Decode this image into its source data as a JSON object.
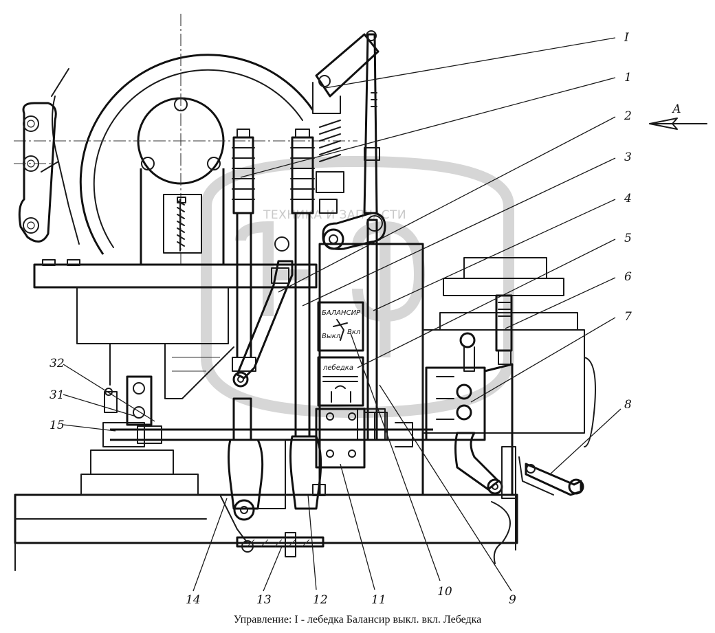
{
  "caption": "Управление: I - лебедка  Балансир выкл. вкл. Лебедка",
  "watermark": "ТЕХНИКА И ЗАПЧАСТИ",
  "view_label": "А",
  "plates": {
    "top_title": "БАЛАНСИР",
    "top_off": "Выкл",
    "top_on": "Вкл",
    "bottom_title": "лебедка"
  },
  "callouts": [
    {
      "id": "c-I",
      "label": "I"
    },
    {
      "id": "c-1",
      "label": "1"
    },
    {
      "id": "c-2",
      "label": "2"
    },
    {
      "id": "c-3",
      "label": "3"
    },
    {
      "id": "c-4",
      "label": "4"
    },
    {
      "id": "c-5",
      "label": "5"
    },
    {
      "id": "c-6",
      "label": "6"
    },
    {
      "id": "c-7",
      "label": "7"
    },
    {
      "id": "c-8",
      "label": "8"
    },
    {
      "id": "c-9",
      "label": "9"
    },
    {
      "id": "c-10",
      "label": "10"
    },
    {
      "id": "c-11",
      "label": "11"
    },
    {
      "id": "c-12",
      "label": "12"
    },
    {
      "id": "c-13",
      "label": "13"
    },
    {
      "id": "c-14",
      "label": "14"
    },
    {
      "id": "c-15",
      "label": "15"
    },
    {
      "id": "c-31",
      "label": "31"
    },
    {
      "id": "c-32",
      "label": "32"
    }
  ]
}
